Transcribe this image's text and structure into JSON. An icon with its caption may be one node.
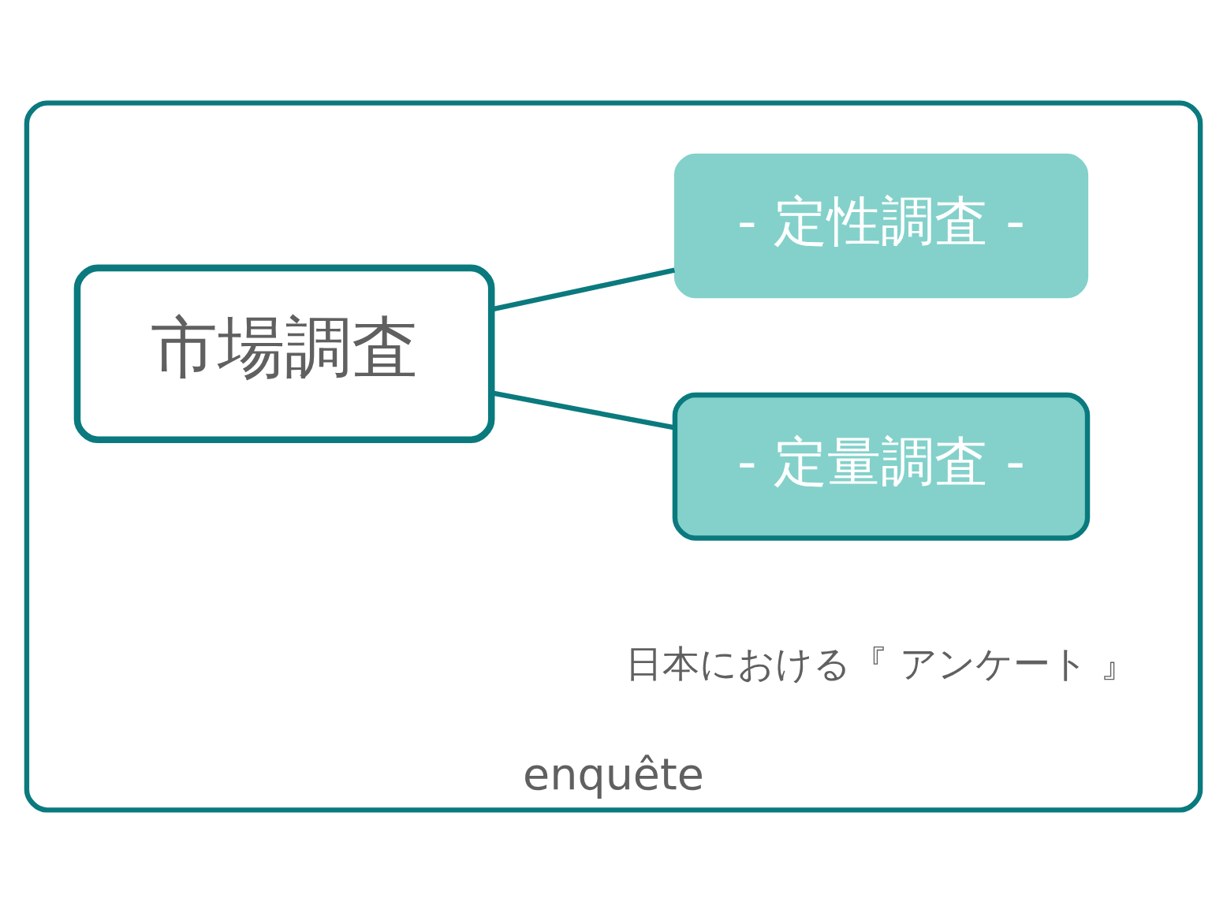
{
  "diagram": {
    "nodes": [
      {
        "text": [
          "enquête"
        ]
      },
      {
        "text": [
          "市場調査"
        ],
        "in": 0
      },
      {
        "text": [
          "- 定量調査 -"
        ],
        "in": 0,
        "beside": [
          "日本における『 アンケート 』"
        ]
      },
      {
        "text": [
          "- 定性調査 -"
        ],
        "in": 0
      }
    ],
    "edges": [
      {
        "from": 1,
        "to": 2,
        "arrow": "none"
      },
      {
        "from": 1,
        "to": 3,
        "arrow": "none"
      }
    ]
  }
}
